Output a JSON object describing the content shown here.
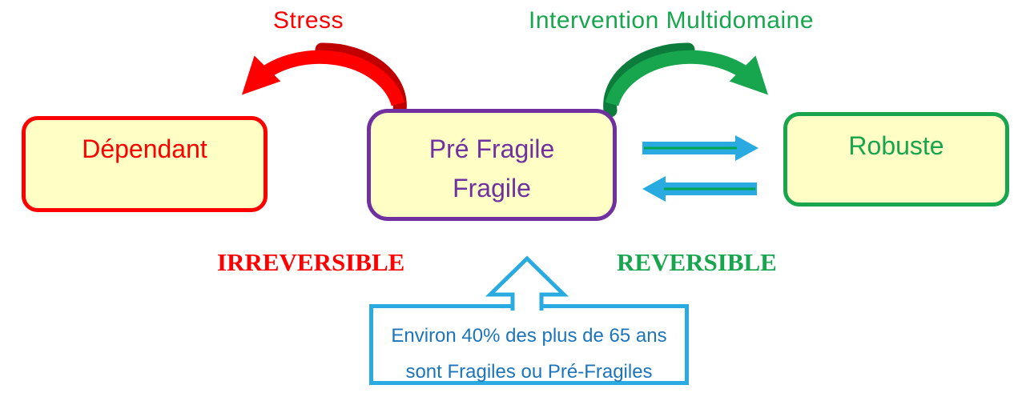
{
  "labels": {
    "stress": "Stress",
    "intervention": "Intervention Multidomaine",
    "irreversible": "IRREVERSIBLE",
    "reversible": "REVERSIBLE"
  },
  "boxes": {
    "dependant": {
      "label": "Dépendant",
      "border_color": "#ff0000",
      "text_color": "#ff0000",
      "fill": "#fefec5"
    },
    "pre_fragile": {
      "line1": "Pré Fragile",
      "line2": "Fragile",
      "border_color": "#7030a0",
      "text_color": "#7030a0",
      "fill": "#fefec5"
    },
    "robuste": {
      "label": "Robuste",
      "border_color": "#17a64e",
      "text_color": "#17a64e",
      "fill": "#fefec5"
    }
  },
  "callout": {
    "line1": "Environ 40% des plus de 65 ans",
    "line2": "sont Fragiles ou Pré-Fragiles",
    "border_color": "#29abe2",
    "text_color": "#1c75bc"
  },
  "arrows": {
    "stress_arrow": {
      "icon": "curved-arrow-left",
      "color": "#ff0000",
      "shade_color": "#c00000"
    },
    "intervention_arrow": {
      "icon": "curved-arrow-right",
      "color": "#17a64e",
      "shade_color": "#0c7c3c"
    },
    "to_robuste": {
      "icon": "arrow-right",
      "color": "#29abe2",
      "stripe_color": "#00a651"
    },
    "from_robuste": {
      "icon": "arrow-left",
      "color": "#29abe2",
      "stripe_color": "#00a651"
    },
    "callout_pointer": {
      "icon": "arrow-up-outline",
      "color": "#29abe2"
    }
  }
}
